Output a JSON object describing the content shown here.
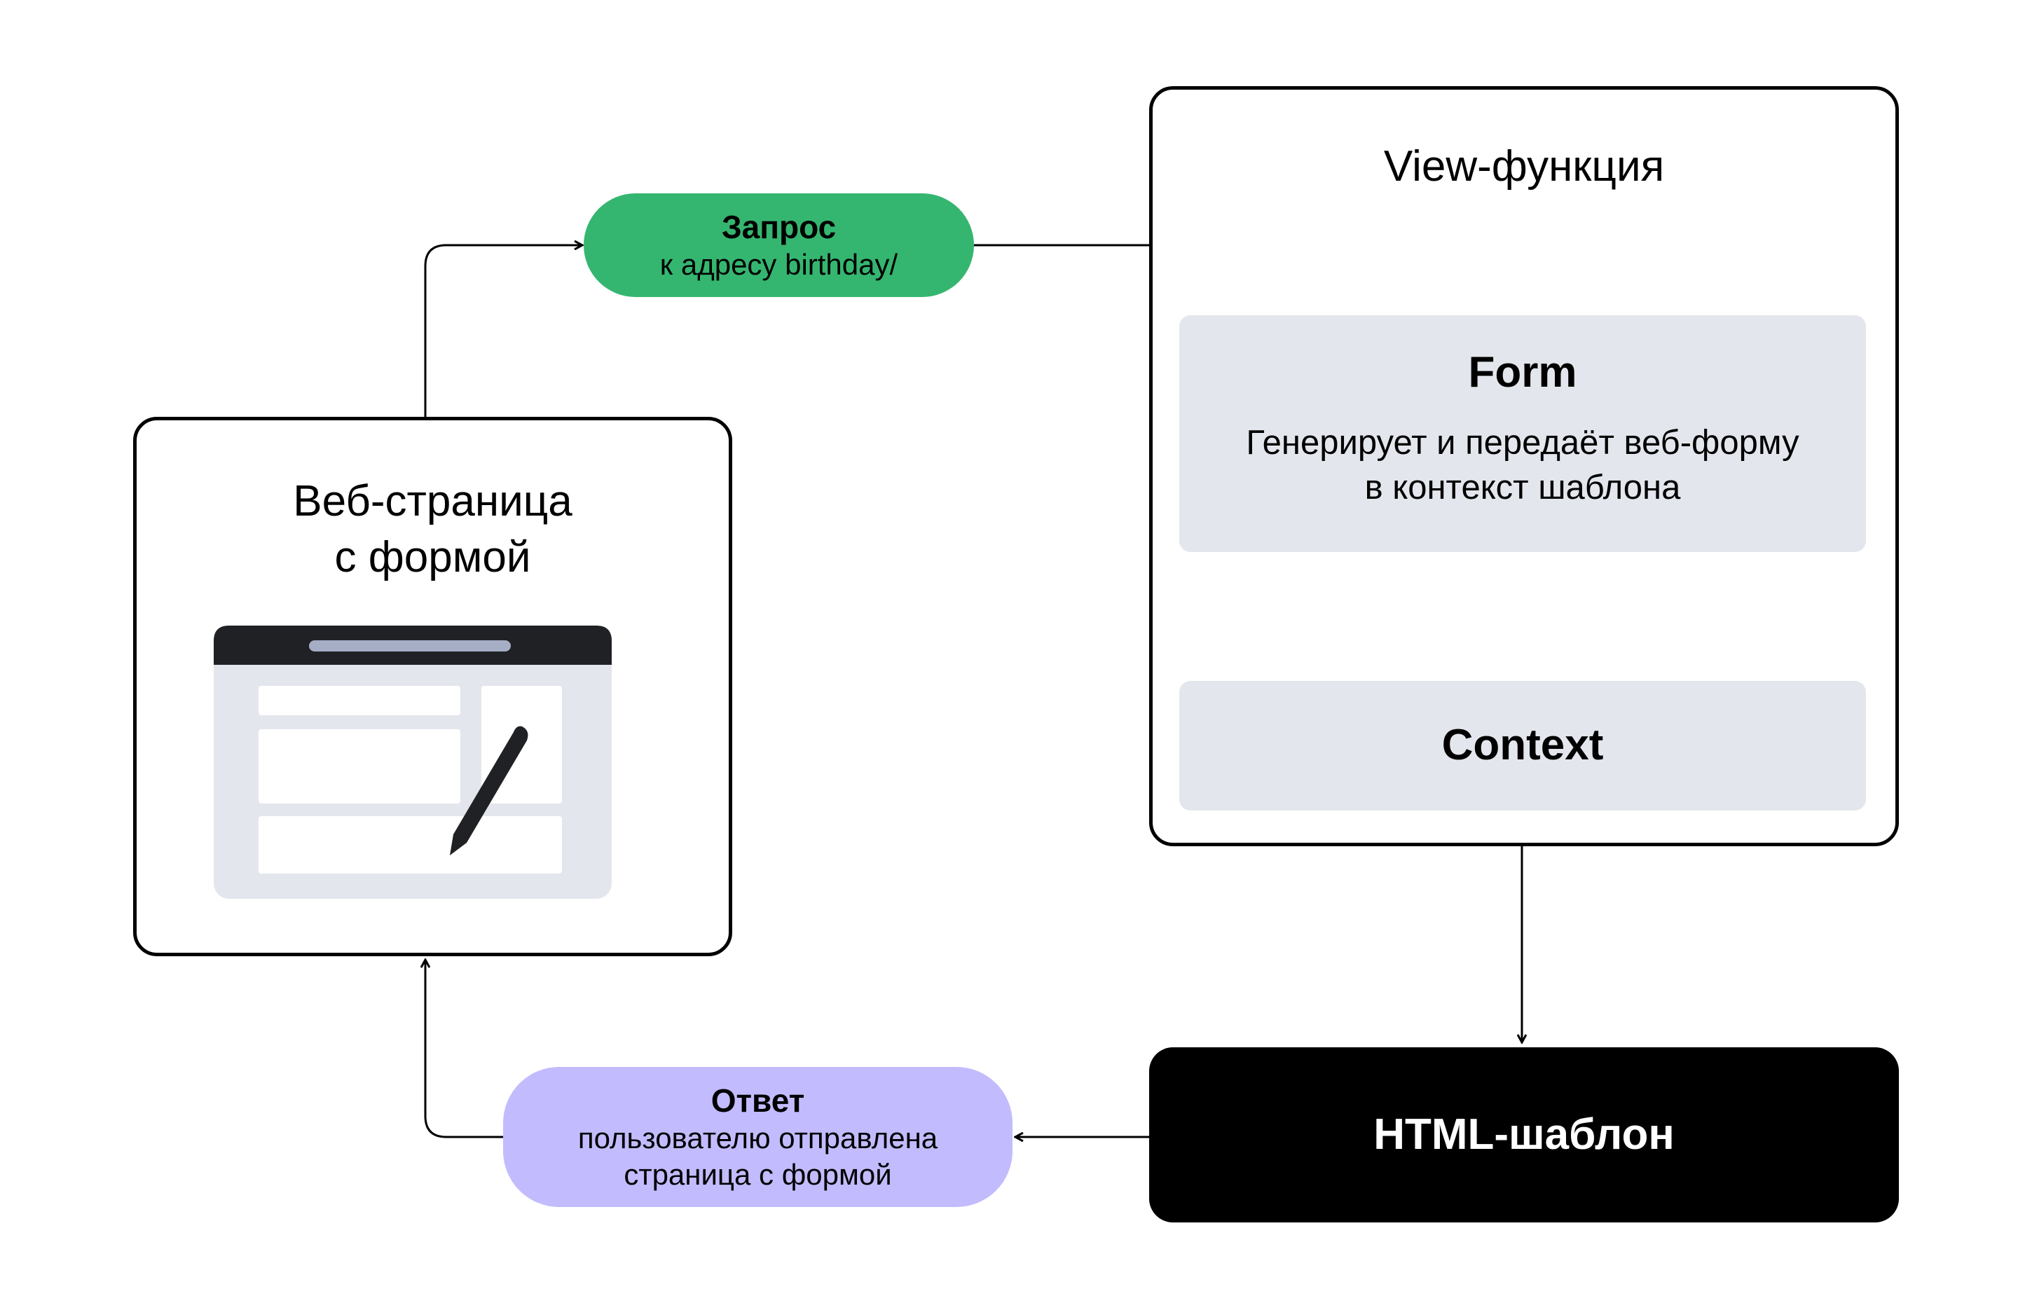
{
  "colors": {
    "request_pill": "#35b670",
    "response_pill": "#c2bcfe",
    "panel": "#e3e6ec",
    "html_box": "#000000",
    "outline": "#000000"
  },
  "webpage": {
    "title_line1": "Веб-страница",
    "title_line2": "с формой",
    "icon": "form-page-icon"
  },
  "request": {
    "title": "Запрос",
    "subtitle": "к адресу birthday/"
  },
  "view_function": {
    "title": "View-функция",
    "form": {
      "title": "Form",
      "desc_line1": "Генерирует и передаёт веб-форму",
      "desc_line2": "в контекст шаблона"
    },
    "context": {
      "title": "Context"
    }
  },
  "html_template": {
    "title": "HTML-шаблон"
  },
  "response": {
    "title": "Ответ",
    "subtitle_line1": "пользователю отправлена",
    "subtitle_line2": "страница с формой"
  }
}
